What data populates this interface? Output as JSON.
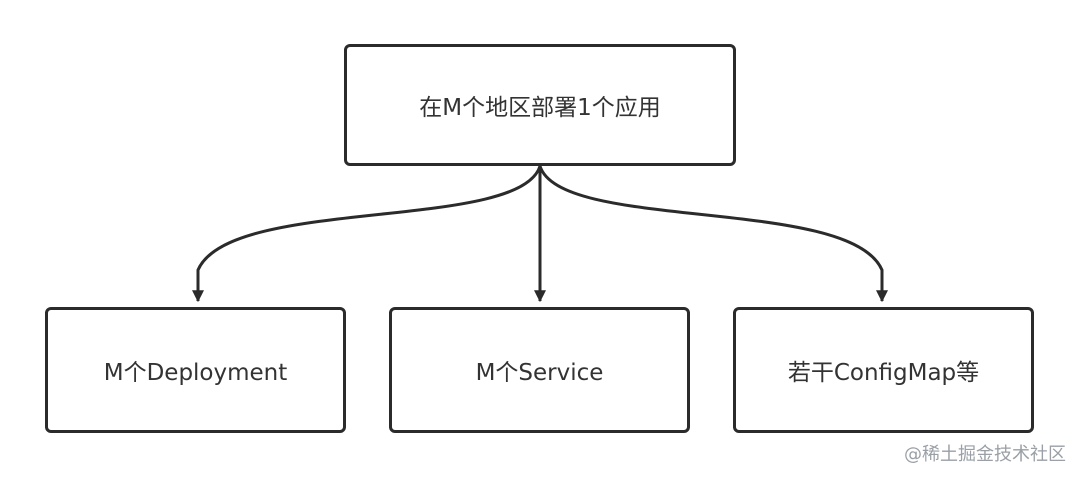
{
  "diagram": {
    "root": {
      "label": "在M个地区部署1个应用"
    },
    "children": [
      {
        "label": "M个Deployment"
      },
      {
        "label": "M个Service"
      },
      {
        "label": "若干ConfigMap等"
      }
    ]
  },
  "watermark": "@稀土掘金技术社区",
  "colors": {
    "stroke": "#2b2b2b",
    "text": "#333333",
    "background": "#ffffff",
    "watermark": "#9aa0a6"
  }
}
